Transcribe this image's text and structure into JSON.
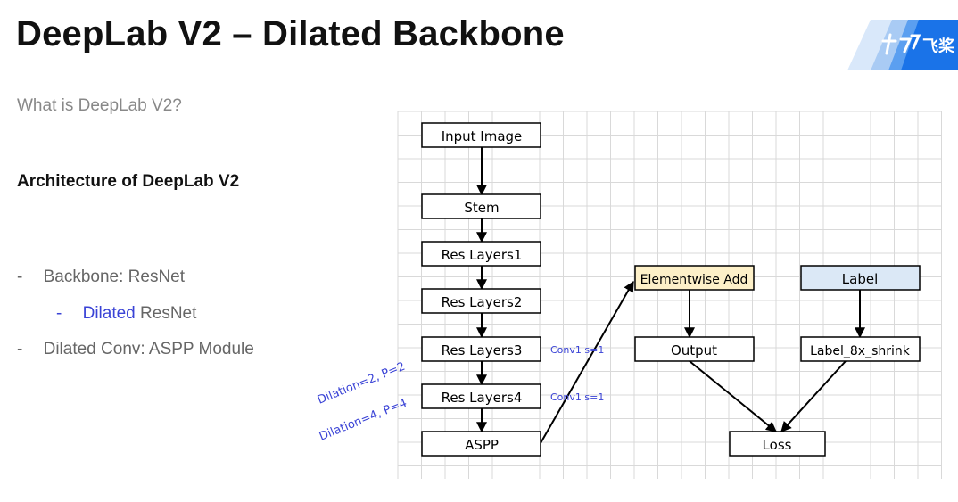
{
  "title": "DeepLab V2 – Dilated Backbone",
  "subtitle": "What is DeepLab V2?",
  "architecture_heading": "Architecture of DeepLab V2",
  "bullets": {
    "backbone": "Backbone: ResNet",
    "dilated_word": "Dilated",
    "dilated_rest": " ResNet",
    "aspp": "Dilated Conv: ASPP Module",
    "dash": "-"
  },
  "logo": {
    "text": "飞桨",
    "brand_color": "#1a73e8"
  },
  "diagram": {
    "nodes": {
      "input_image": "Input Image",
      "stem": "Stem",
      "res1": "Res Layers1",
      "res2": "Res Layers2",
      "res3": "Res Layers3",
      "res4": "Res Layers4",
      "aspp": "ASPP",
      "elementwise_add": "Elementwise Add",
      "label": "Label",
      "output": "Output",
      "label_shrink": "Label_8x_shrink",
      "loss": "Loss"
    },
    "annotations": {
      "conv1_res3": "Conv1 s=1",
      "conv1_res4": "Conv1 s=1",
      "dilation2": "Dilation=2, P=2",
      "dilation4": "Dilation=4, P=4"
    },
    "colors": {
      "elementwise_fill": "#fdf0c8",
      "label_fill": "#dbe8f6",
      "annotation_blue": "#3a43d6",
      "grid": "#d9d9d9"
    }
  }
}
